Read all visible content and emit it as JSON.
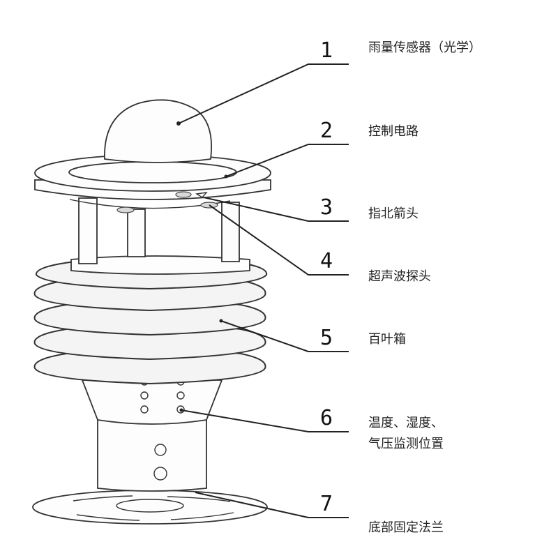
{
  "callouts": [
    {
      "number": "1",
      "label": "雨量传感器（光学）"
    },
    {
      "number": "2",
      "label": "控制电路"
    },
    {
      "number": "3",
      "label": "指北箭头"
    },
    {
      "number": "4",
      "label": "超声波探头"
    },
    {
      "number": "5",
      "label": "百叶箱"
    },
    {
      "number": "6",
      "label": "温度、湿度、",
      "label2": "气压监测位置"
    },
    {
      "number": "7",
      "label": "底部固定法兰"
    }
  ]
}
